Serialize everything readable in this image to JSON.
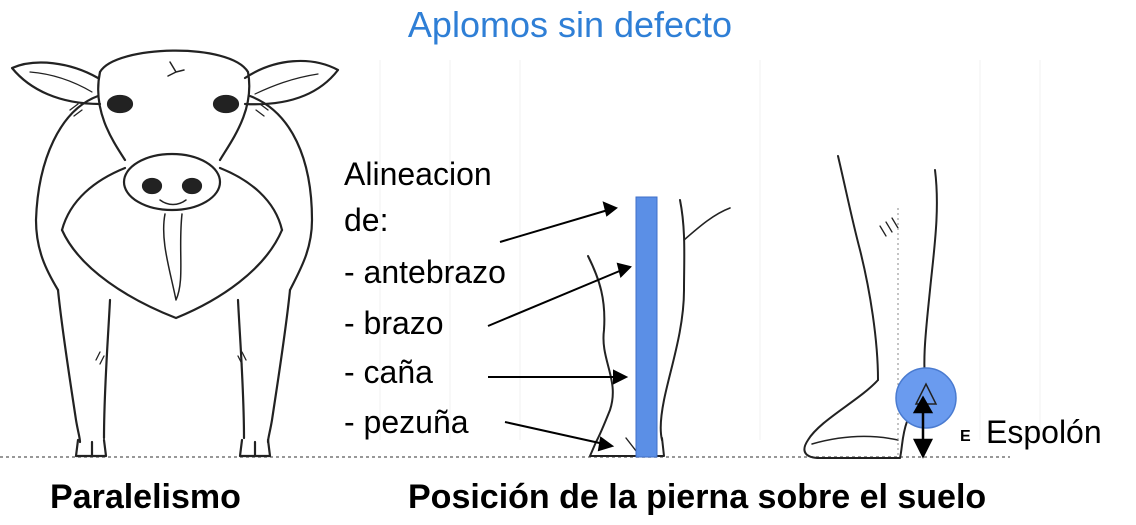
{
  "title": "Aplomos sin defecto",
  "alignment": {
    "heading_line1": "Alineacion",
    "heading_line2": "de:",
    "items": [
      "- antebrazo",
      "- brazo",
      "- caña",
      "- pezuña"
    ]
  },
  "spur_label": "Espolón",
  "spur_letter": "E",
  "captions": {
    "left": "Paralelismo",
    "right": "Posición de la pierna sobre el suelo"
  },
  "colors": {
    "title": "#2f7fd6",
    "plumb_bar": "#5b8fe6",
    "spur_circle": "#6a9bef"
  }
}
